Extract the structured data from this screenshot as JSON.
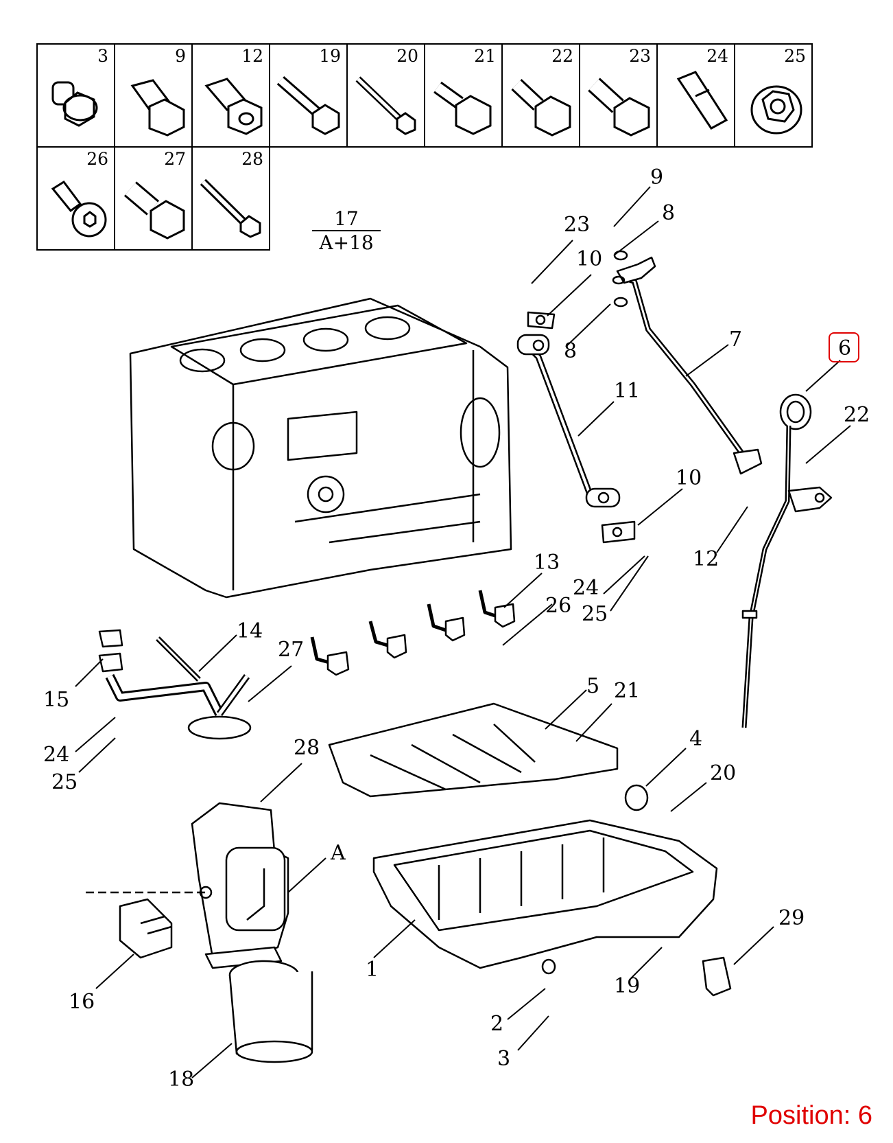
{
  "fastener_table": {
    "row1": [
      "3",
      "9",
      "12",
      "19",
      "20",
      "21",
      "22",
      "23",
      "24",
      "25"
    ],
    "row2": [
      "26",
      "27",
      "28"
    ]
  },
  "assembly_note": {
    "numerator": "17",
    "denominator": "A+18"
  },
  "callouts": {
    "c9": "9",
    "c8a": "8",
    "c23": "23",
    "c10a": "10",
    "c8b": "8",
    "c7": "7",
    "c6": "6",
    "c22": "22",
    "c11": "11",
    "c10b": "10",
    "c12": "12",
    "c24a": "24",
    "c25a": "25",
    "c13": "13",
    "c26": "26",
    "c14": "14",
    "c27": "27",
    "c15": "15",
    "c24b": "24",
    "c25b": "25",
    "c5": "5",
    "c21": "21",
    "c4": "4",
    "c20": "20",
    "c28": "28",
    "cA": "A",
    "c16": "16",
    "c1": "1",
    "c19": "19",
    "c29": "29",
    "c2": "2",
    "c3": "3",
    "c18": "18"
  },
  "highlight": {
    "label": "Position: 6",
    "color": "#e00000"
  }
}
